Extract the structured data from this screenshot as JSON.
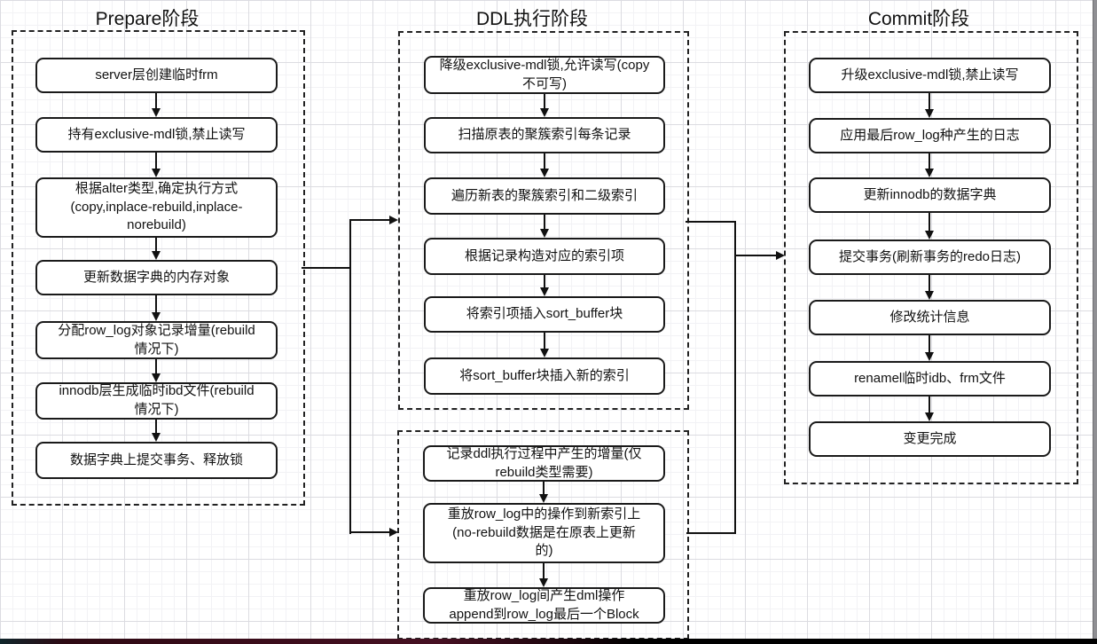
{
  "phases": {
    "prepare": {
      "title": "Prepare阶段",
      "boxes": [
        "server层创建临时frm",
        "持有exclusive-mdl锁,禁止读写",
        "根据alter类型,确定执行方式\n(copy,inplace-rebuild,inplace-\nnorebuild)",
        "更新数据字典的内存对象",
        "分配row_log对象记录增量(rebuild\n情况下)",
        "innodb层生成临时ibd文件(rebuild\n情况下)",
        "数据字典上提交事务、释放锁"
      ]
    },
    "ddl": {
      "title": "DDL执行阶段",
      "scan_boxes": [
        "降级exclusive-mdl锁,允许读写(copy\n不可写)",
        "扫描原表的聚簇索引每条记录",
        "遍历新表的聚簇索引和二级索引",
        "根据记录构造对应的索引项",
        "将索引项插入sort_buffer块",
        "将sort_buffer块插入新的索引"
      ],
      "replay_boxes": [
        "记录ddl执行过程中产生的增量(仅\nrebuild类型需要)",
        "重放row_log中的操作到新索引上\n(no-rebuild数据是在原表上更新\n的)",
        "重放row_log间产生dml操作\nappend到row_log最后一个Block"
      ]
    },
    "commit": {
      "title": "Commit阶段",
      "boxes": [
        "升级exclusive-mdl锁,禁止读写",
        "应用最后row_log种产生的日志",
        "更新innodb的数据字典",
        "提交事务(刷新事务的redo日志)",
        "修改统计信息",
        "renamel临时idb、frm文件",
        "变更完成"
      ]
    }
  },
  "colors": {
    "node_border": "#1a1a1a",
    "text": "#111111",
    "container_dash": "#222222",
    "grid_minor": "#f2f2f5",
    "grid_major": "#dcdce1",
    "scrollbar": "#8f8f93",
    "bottom_bar": "#000000",
    "bottom_bar_accent": "#461022"
  }
}
